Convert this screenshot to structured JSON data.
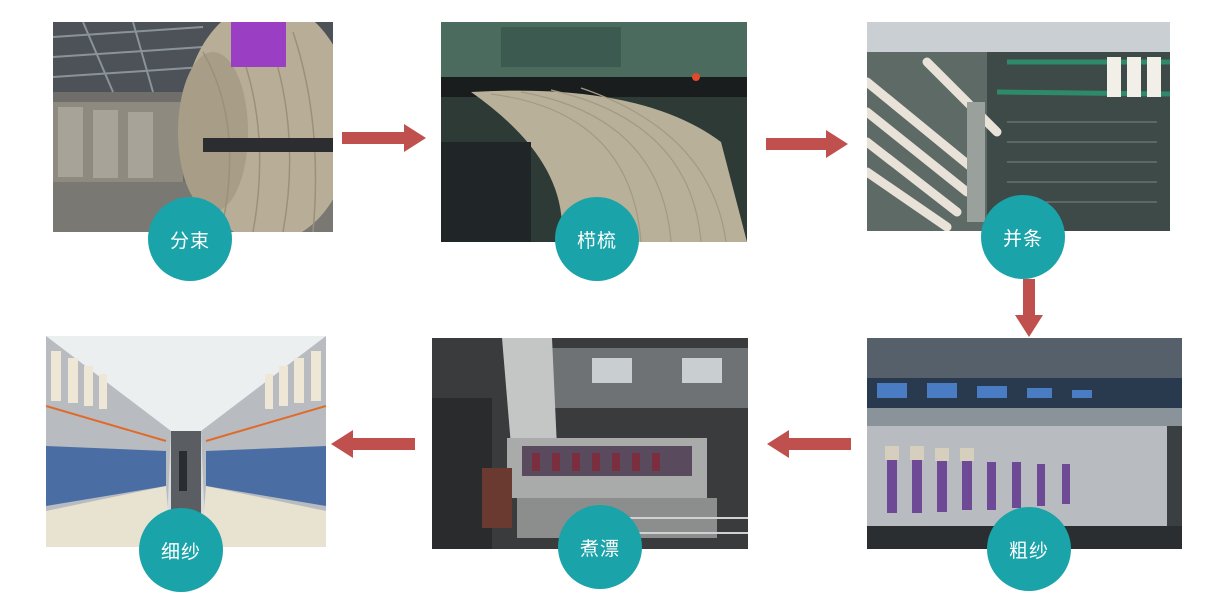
{
  "steps": [
    {
      "label": "分束",
      "photo": "linen-bundles-warehouse"
    },
    {
      "label": "栉梳",
      "photo": "combing-fiber-sheet"
    },
    {
      "label": "并条",
      "photo": "drawing-frame-machine"
    },
    {
      "label": "粗纱",
      "photo": "roving-frame-machine"
    },
    {
      "label": "煮漂",
      "photo": "boiling-bleaching-vat"
    },
    {
      "label": "细纱",
      "photo": "spinning-frame-hall"
    }
  ],
  "colors": {
    "badge": "#1aa3a8",
    "badge_text": "#ffffff",
    "arrow": "#c0504d"
  }
}
